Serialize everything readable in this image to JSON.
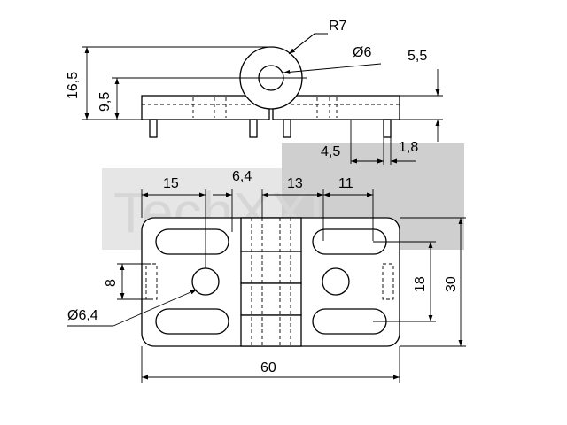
{
  "watermark": {
    "text": "TechXXL",
    "box_color": "#cfcfcf",
    "text_color": "#d6d6d6"
  },
  "dimensions": {
    "radius": "R7",
    "pin_diameter": "Ø6",
    "height_total": "16,5",
    "height_axis": "9,5",
    "plate_thickness": "5,5",
    "pin_offset": "4,5",
    "pin_diameter_small": "1,8",
    "slot_offset": "15",
    "knuckle_gap": "6,4",
    "knuckle_width": "13",
    "slot_length": "11",
    "boss_height": "8",
    "hole_diameter": "Ø6,4",
    "slot_spacing": "18",
    "plate_height": "30",
    "plate_width": "60"
  }
}
